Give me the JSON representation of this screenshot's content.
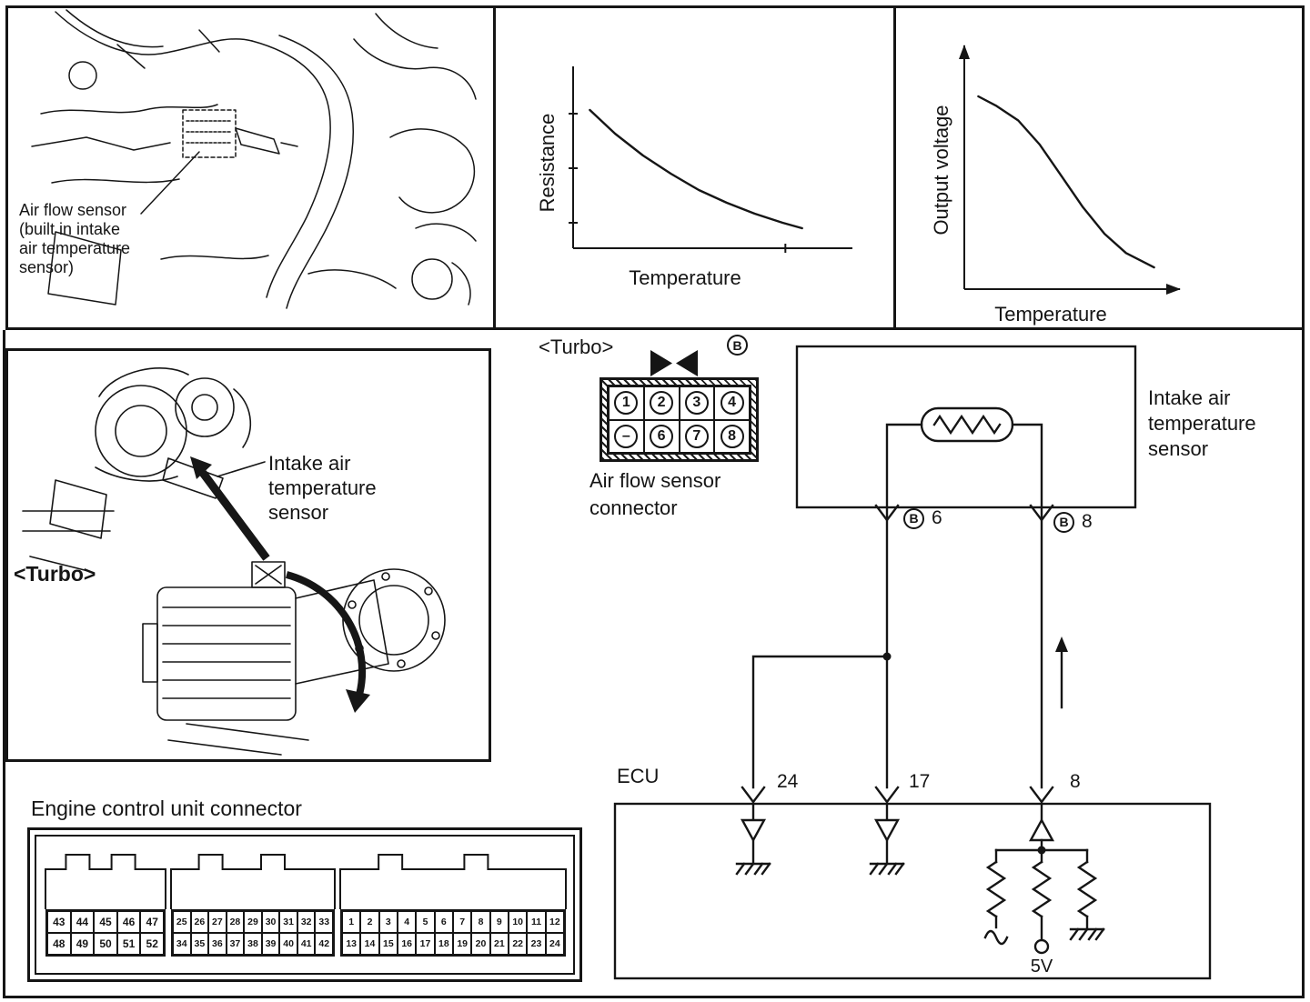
{
  "colors": {
    "ink": "#151515",
    "paper": "#ffffff"
  },
  "engine_panel": {
    "caption_lines": [
      "Air flow sensor",
      "(built in intake",
      "air temperature",
      "sensor)"
    ]
  },
  "chart_data": [
    {
      "type": "line",
      "title": "",
      "xlabel": "Temperature",
      "ylabel": "Resistance",
      "x": [
        0.06,
        0.15,
        0.25,
        0.35,
        0.45,
        0.55,
        0.65,
        0.75,
        0.82
      ],
      "y": [
        0.76,
        0.63,
        0.51,
        0.41,
        0.32,
        0.25,
        0.19,
        0.14,
        0.11
      ],
      "xlim": [
        0,
        1
      ],
      "ylim": [
        0,
        1
      ],
      "grid": false,
      "legend": false,
      "axis_arrows": false,
      "y_ticks": [
        0.14,
        0.44,
        0.74
      ],
      "x_ticks": [
        0.76
      ]
    },
    {
      "type": "line",
      "title": "",
      "xlabel": "Temperature",
      "ylabel": "Output voltage",
      "x": [
        0.065,
        0.15,
        0.25,
        0.35,
        0.45,
        0.55,
        0.65,
        0.75,
        0.88
      ],
      "y": [
        0.8,
        0.76,
        0.7,
        0.6,
        0.47,
        0.34,
        0.23,
        0.15,
        0.09
      ],
      "xlim": [
        0,
        1
      ],
      "ylim": [
        0,
        1
      ],
      "grid": false,
      "legend": false,
      "axis_arrows": true,
      "y_ticks": [],
      "x_ticks": []
    }
  ],
  "turbo_panel": {
    "turbo_label": "<Turbo>",
    "caption_lines": [
      "Intake air",
      "temperature",
      "sensor"
    ]
  },
  "afs_connector": {
    "turbo_label": "<Turbo>",
    "b_label": "B",
    "pin_rows": [
      [
        "1",
        "2",
        "3",
        "4"
      ],
      [
        "–",
        "6",
        "7",
        "8"
      ]
    ],
    "caption_lines": [
      "Air flow sensor",
      "connector"
    ]
  },
  "circuit": {
    "sensor_caption_lines": [
      "Intake air",
      "temperature",
      "sensor"
    ],
    "b_label": "B",
    "b6_pin": "6",
    "b8_pin": "8",
    "ecu_label": "ECU",
    "pin_24": "24",
    "pin_17": "17",
    "pin_8": "8",
    "v5_label": "5V"
  },
  "ecu_connector": {
    "title": "Engine control unit connector",
    "blocks": [
      {
        "rows": [
          [
            "43",
            "44",
            "45",
            "46",
            "47"
          ],
          [
            "48",
            "49",
            "50",
            "51",
            "52"
          ]
        ]
      },
      {
        "rows": [
          [
            "25",
            "26",
            "27",
            "28",
            "29",
            "30",
            "31",
            "32",
            "33"
          ],
          [
            "34",
            "35",
            "36",
            "37",
            "38",
            "39",
            "40",
            "41",
            "42"
          ]
        ]
      },
      {
        "rows": [
          [
            "1",
            "2",
            "3",
            "4",
            "5",
            "6",
            "7",
            "8",
            "9",
            "10",
            "11",
            "12"
          ],
          [
            "13",
            "14",
            "15",
            "16",
            "17",
            "18",
            "19",
            "20",
            "21",
            "22",
            "23",
            "24"
          ]
        ]
      }
    ]
  }
}
